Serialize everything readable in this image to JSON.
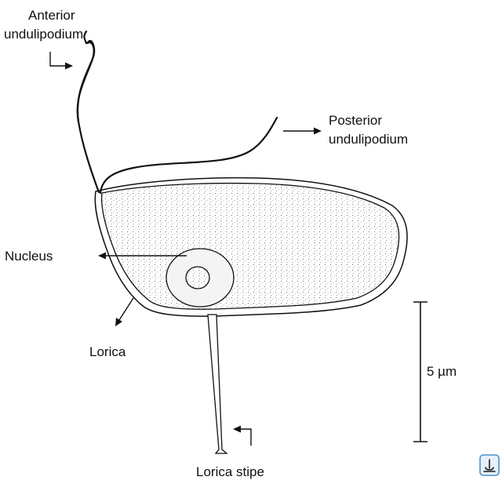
{
  "labels": {
    "anterior_line1": "Anterior",
    "anterior_line2": "undulipodium",
    "posterior_line1": "Posterior",
    "posterior_line2": "undulipodium",
    "nucleus": "Nucleus",
    "lorica": "Lorica",
    "lorica_stipe": "Lorica stipe"
  },
  "scale_bar": {
    "text": "5 µm"
  },
  "icons": {
    "corner_badge": "microscope-icon"
  },
  "colors": {
    "ink": "#111111",
    "badge_border": "#4a90c8",
    "badge_fill": "#e7f1fa"
  }
}
